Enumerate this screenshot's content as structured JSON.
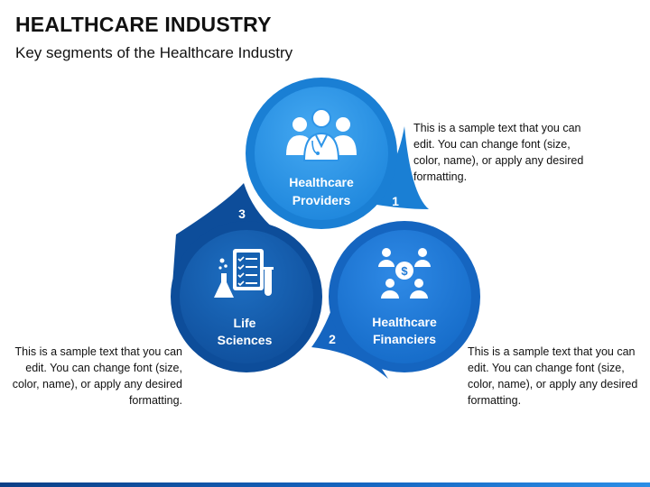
{
  "header": {
    "title": "HEALTHCARE INDUSTRY",
    "subtitle": "Key segments of the Healthcare Industry"
  },
  "segments": [
    {
      "number": "1",
      "label_line1": "Healthcare",
      "label_line2": "Providers",
      "icon": "doctors-group-icon",
      "description": "This is a sample text that you can edit. You can change font (size, color, name), or apply any desired formatting."
    },
    {
      "number": "2",
      "label_line1": "Healthcare",
      "label_line2": "Financiers",
      "icon": "finance-people-icon",
      "description": "This is a sample text that you can edit. You can change font (size, color, name), or apply any desired formatting."
    },
    {
      "number": "3",
      "label_line1": "Life",
      "label_line2": "Sciences",
      "icon": "lab-checklist-icon",
      "description": "This is a sample text that you can edit. You can change font (size, color, name), or apply any desired formatting."
    }
  ],
  "colors": {
    "ring_1": "#1a7fd4",
    "inner_1": "#2e95e8",
    "ring_2": "#1565c0",
    "inner_2": "#1f7ad6",
    "ring_3": "#0d4d9a",
    "inner_3": "#1560b0"
  }
}
